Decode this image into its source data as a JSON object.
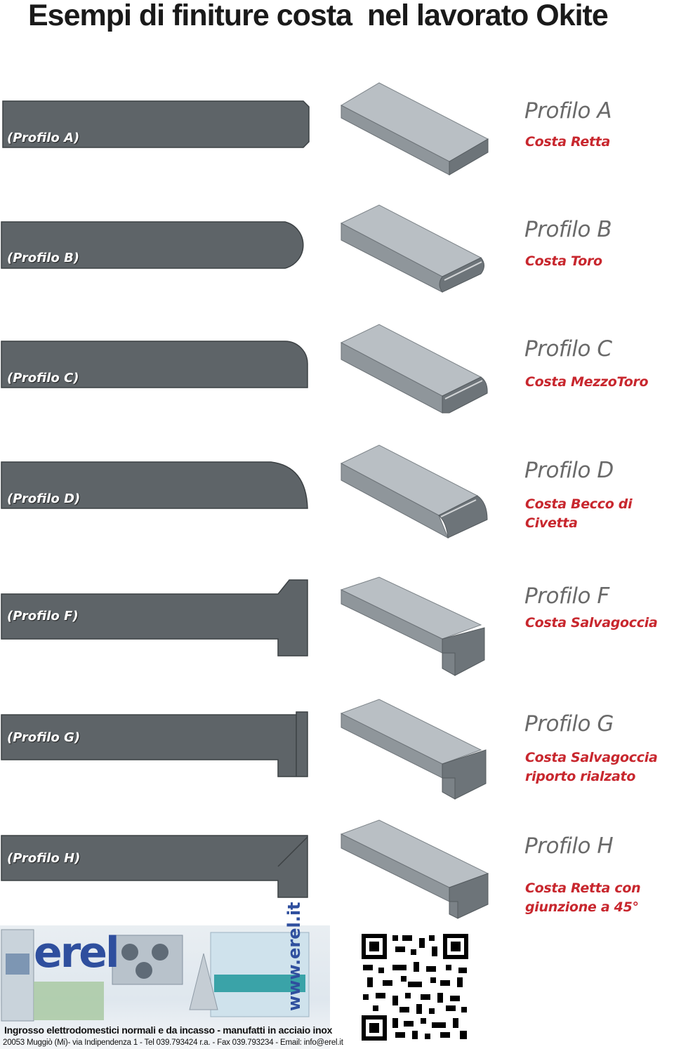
{
  "title": "Esempi di finiture costa  nel lavorato Okite",
  "profiles": [
    {
      "section_label": "(Profilo A)",
      "name": "Profilo A",
      "description": "Costa Retta"
    },
    {
      "section_label": "(Profilo B)",
      "name": "Profilo B",
      "description": "Costa Toro"
    },
    {
      "section_label": "(Profilo C)",
      "name": "Profilo C",
      "description": "Costa MezzoToro"
    },
    {
      "section_label": "(Profilo D)",
      "name": "Profilo D",
      "description": "Costa Becco di Civetta"
    },
    {
      "section_label": "(Profilo F)",
      "name": "Profilo F",
      "description": "Costa Salvagoccia"
    },
    {
      "section_label": "(Profilo G)",
      "name": "Profilo G",
      "description": "Costa Salvagoccia riporto rialzato"
    },
    {
      "section_label": "(Profilo H)",
      "name": "Profilo H",
      "description": "Costa Retta con giunzione a 45°"
    }
  ],
  "footer": {
    "logo": "erel",
    "url": "www.erel.it",
    "tagline": "Ingrosso elettrodomestici normali e da incasso - manufatti in acciaio inox",
    "address": "20053 Muggiò (Mi)- via Indipendenza 1 - Tel 039.793424 r.a. - Fax 039.793234 - Email: info@erel.it"
  },
  "colors": {
    "section_fill": "#5e6468",
    "iso_top": "#b9bfc4",
    "iso_side": "#8f969b",
    "iso_end": "#6d7479",
    "name": "#6a6a6a",
    "description": "#c8272e",
    "brand": "#2f4f9e"
  }
}
